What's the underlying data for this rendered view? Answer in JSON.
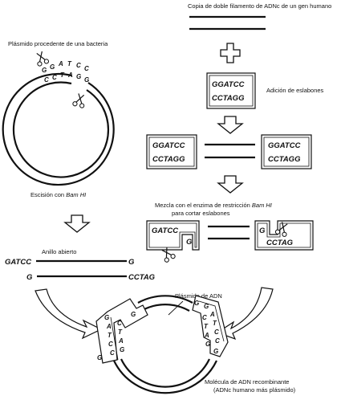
{
  "labels": {
    "copy_dna": "Copia de doble filamento de ADNc de un gen humano",
    "plasmid_bacteria": "Plásmido procedente de una bacteria",
    "add_links": "Adición de eslabones",
    "cut_bamhi_prefix": "Escisión con ",
    "cut_bamhi_enzyme": "Bam HI",
    "mix_line1_prefix": "Mezcla con el enzima de restricción ",
    "mix_line1_enzyme": "Bam HI",
    "mix_line2": "para cortar eslabones",
    "open_ring": "Anillo abierto",
    "dna_plasmid": "Plásmido de ADN",
    "recombinant_line1": "Molécula de ADN recombinante",
    "recombinant_line2": "(ADNc humano más plásmido)"
  },
  "sequences": {
    "top_strand": "GGATCC",
    "bottom_strand": "CCTAGG",
    "sticky_top": "GATCC",
    "sticky_bottom": "CCTAG",
    "g": "G",
    "plasmid_top_letters": [
      "G",
      "G",
      "A",
      "T",
      "C",
      "C"
    ],
    "plasmid_bottom_letters": [
      "C",
      "C",
      "T",
      "A",
      "G",
      "G"
    ],
    "ring_left_top": [
      "G",
      "A",
      "T",
      "C",
      "C"
    ],
    "ring_left_bottom": [
      "C",
      "T",
      "A",
      "G"
    ],
    "ring_right_top": [
      "G",
      "A",
      "T",
      "C",
      "C"
    ],
    "ring_right_bottom": [
      "C",
      "T",
      "A",
      "G"
    ]
  },
  "icons": {
    "plus": "plus-icon",
    "arrow": "down-arrow-icon",
    "scissors": "scissors-icon"
  },
  "colors": {
    "ink": "#111111",
    "background": "#ffffff"
  }
}
